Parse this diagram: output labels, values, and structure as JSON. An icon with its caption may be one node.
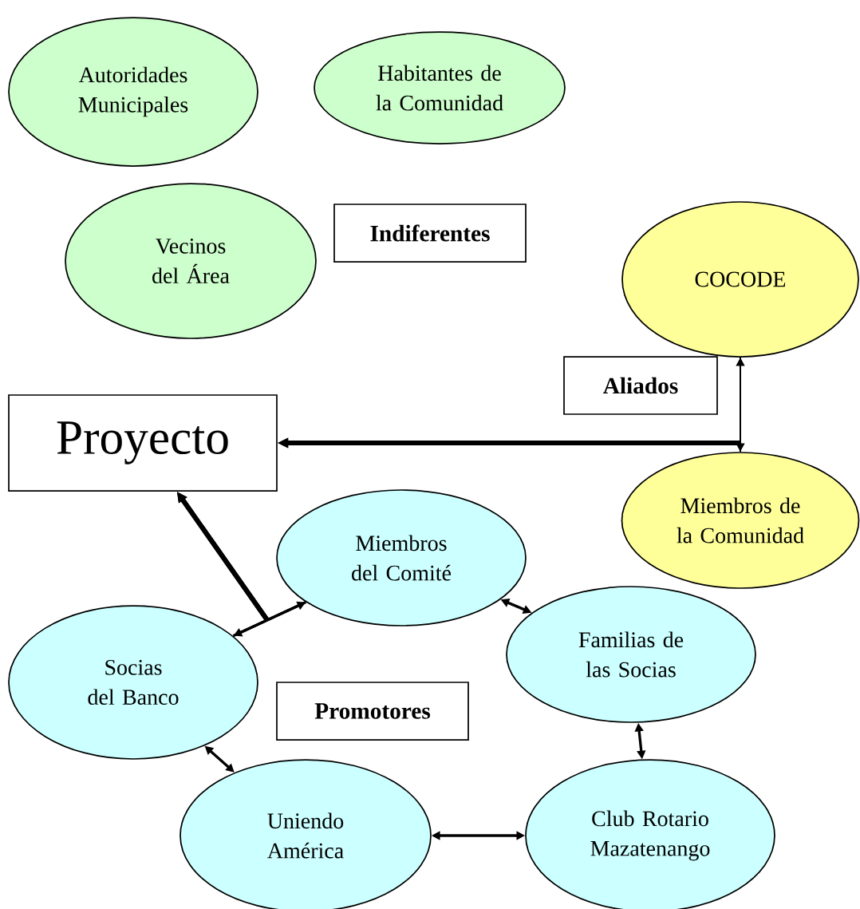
{
  "diagram": {
    "nodes": [
      {
        "text": [
          "Autoridades Municipales"
        ]
      },
      {
        "text": [
          "Habitantes de la Comunidad"
        ]
      },
      {
        "text": [
          "Vecinos del Área"
        ]
      },
      {
        "text": [
          "Indiferentes"
        ]
      },
      {
        "text": [
          "COCODE"
        ]
      },
      {
        "text": [
          "Aliados"
        ]
      },
      {
        "text": [
          "Proyecto"
        ]
      },
      {
        "text": [
          "Miembros de la Comunidad"
        ]
      },
      {
        "text": [
          "Miembros del Comité"
        ]
      },
      {
        "text": [
          "Familias de las Socias"
        ]
      },
      {
        "text": [
          "Socias del Banco"
        ]
      },
      {
        "text": [
          "Promotores"
        ]
      },
      {
        "text": [
          "Uniendo América"
        ]
      },
      {
        "text": [
          "Club Rotario Mazatenango"
        ]
      }
    ],
    "edges": [
      {
        "from": 4,
        "to": 7,
        "arrow": "both"
      },
      {
        "from": 4,
        "to": 6,
        "arrow": "to",
        "style": "thick"
      },
      {
        "from": 7,
        "to": 6,
        "arrow": "to",
        "style": "thick"
      },
      {
        "from": 10,
        "to": 8,
        "arrow": "both"
      },
      {
        "from": 10,
        "to": 6,
        "arrow": "to",
        "style": "thick"
      },
      {
        "from": 8,
        "to": 6,
        "arrow": "to",
        "style": "thick"
      },
      {
        "from": 8,
        "to": 9,
        "arrow": "both"
      },
      {
        "from": 9,
        "to": 13,
        "arrow": "both"
      },
      {
        "from": 13,
        "to": 12,
        "arrow": "both"
      },
      {
        "from": 12,
        "to": 10,
        "arrow": "both"
      }
    ]
  }
}
